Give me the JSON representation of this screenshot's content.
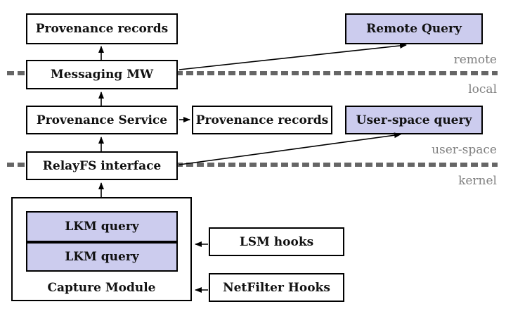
{
  "diagram": {
    "boxes": {
      "provenance_records_top": "Provenance records",
      "messaging_mw": "Messaging MW",
      "provenance_service": "Provenance Service",
      "provenance_records_mid": "Provenance records",
      "relayfs_interface": "RelayFS interface",
      "capture_module": "Capture Module",
      "lkm_query_1": "LKM query",
      "lkm_query_2": "LKM query",
      "remote_query": "Remote Query",
      "user_space_query": "User-space query",
      "lsm_hooks": "LSM hooks",
      "netfilter_hooks": "NetFilter Hooks"
    },
    "layer_labels": {
      "remote": "remote",
      "local": "local",
      "user_space": "user-space",
      "kernel": "kernel"
    },
    "edges": [
      {
        "from": "messaging_mw",
        "to": "provenance_records_top",
        "type": "arrow"
      },
      {
        "from": "provenance_service",
        "to": "messaging_mw",
        "type": "arrow"
      },
      {
        "from": "provenance_service",
        "to": "provenance_records_mid",
        "type": "arrow"
      },
      {
        "from": "relayfs_interface",
        "to": "provenance_service",
        "type": "arrow"
      },
      {
        "from": "capture_module",
        "to": "relayfs_interface",
        "type": "arrow"
      },
      {
        "from": "messaging_mw",
        "to": "remote_query",
        "type": "arrow"
      },
      {
        "from": "relayfs_interface",
        "to": "user_space_query",
        "type": "arrow"
      },
      {
        "from": "lsm_hooks",
        "to": "capture_module",
        "type": "arrow"
      },
      {
        "from": "netfilter_hooks",
        "to": "capture_module",
        "type": "arrow"
      }
    ],
    "boundaries": [
      {
        "above": "remote",
        "below": "local"
      },
      {
        "above": "user-space",
        "below": "kernel"
      }
    ],
    "colors": {
      "highlight_fill": "#ccccee",
      "box_fill": "#ffffff",
      "border": "#000000",
      "dashed_line": "#666666",
      "layer_label_text": "#808080",
      "box_text": "#111111"
    }
  }
}
